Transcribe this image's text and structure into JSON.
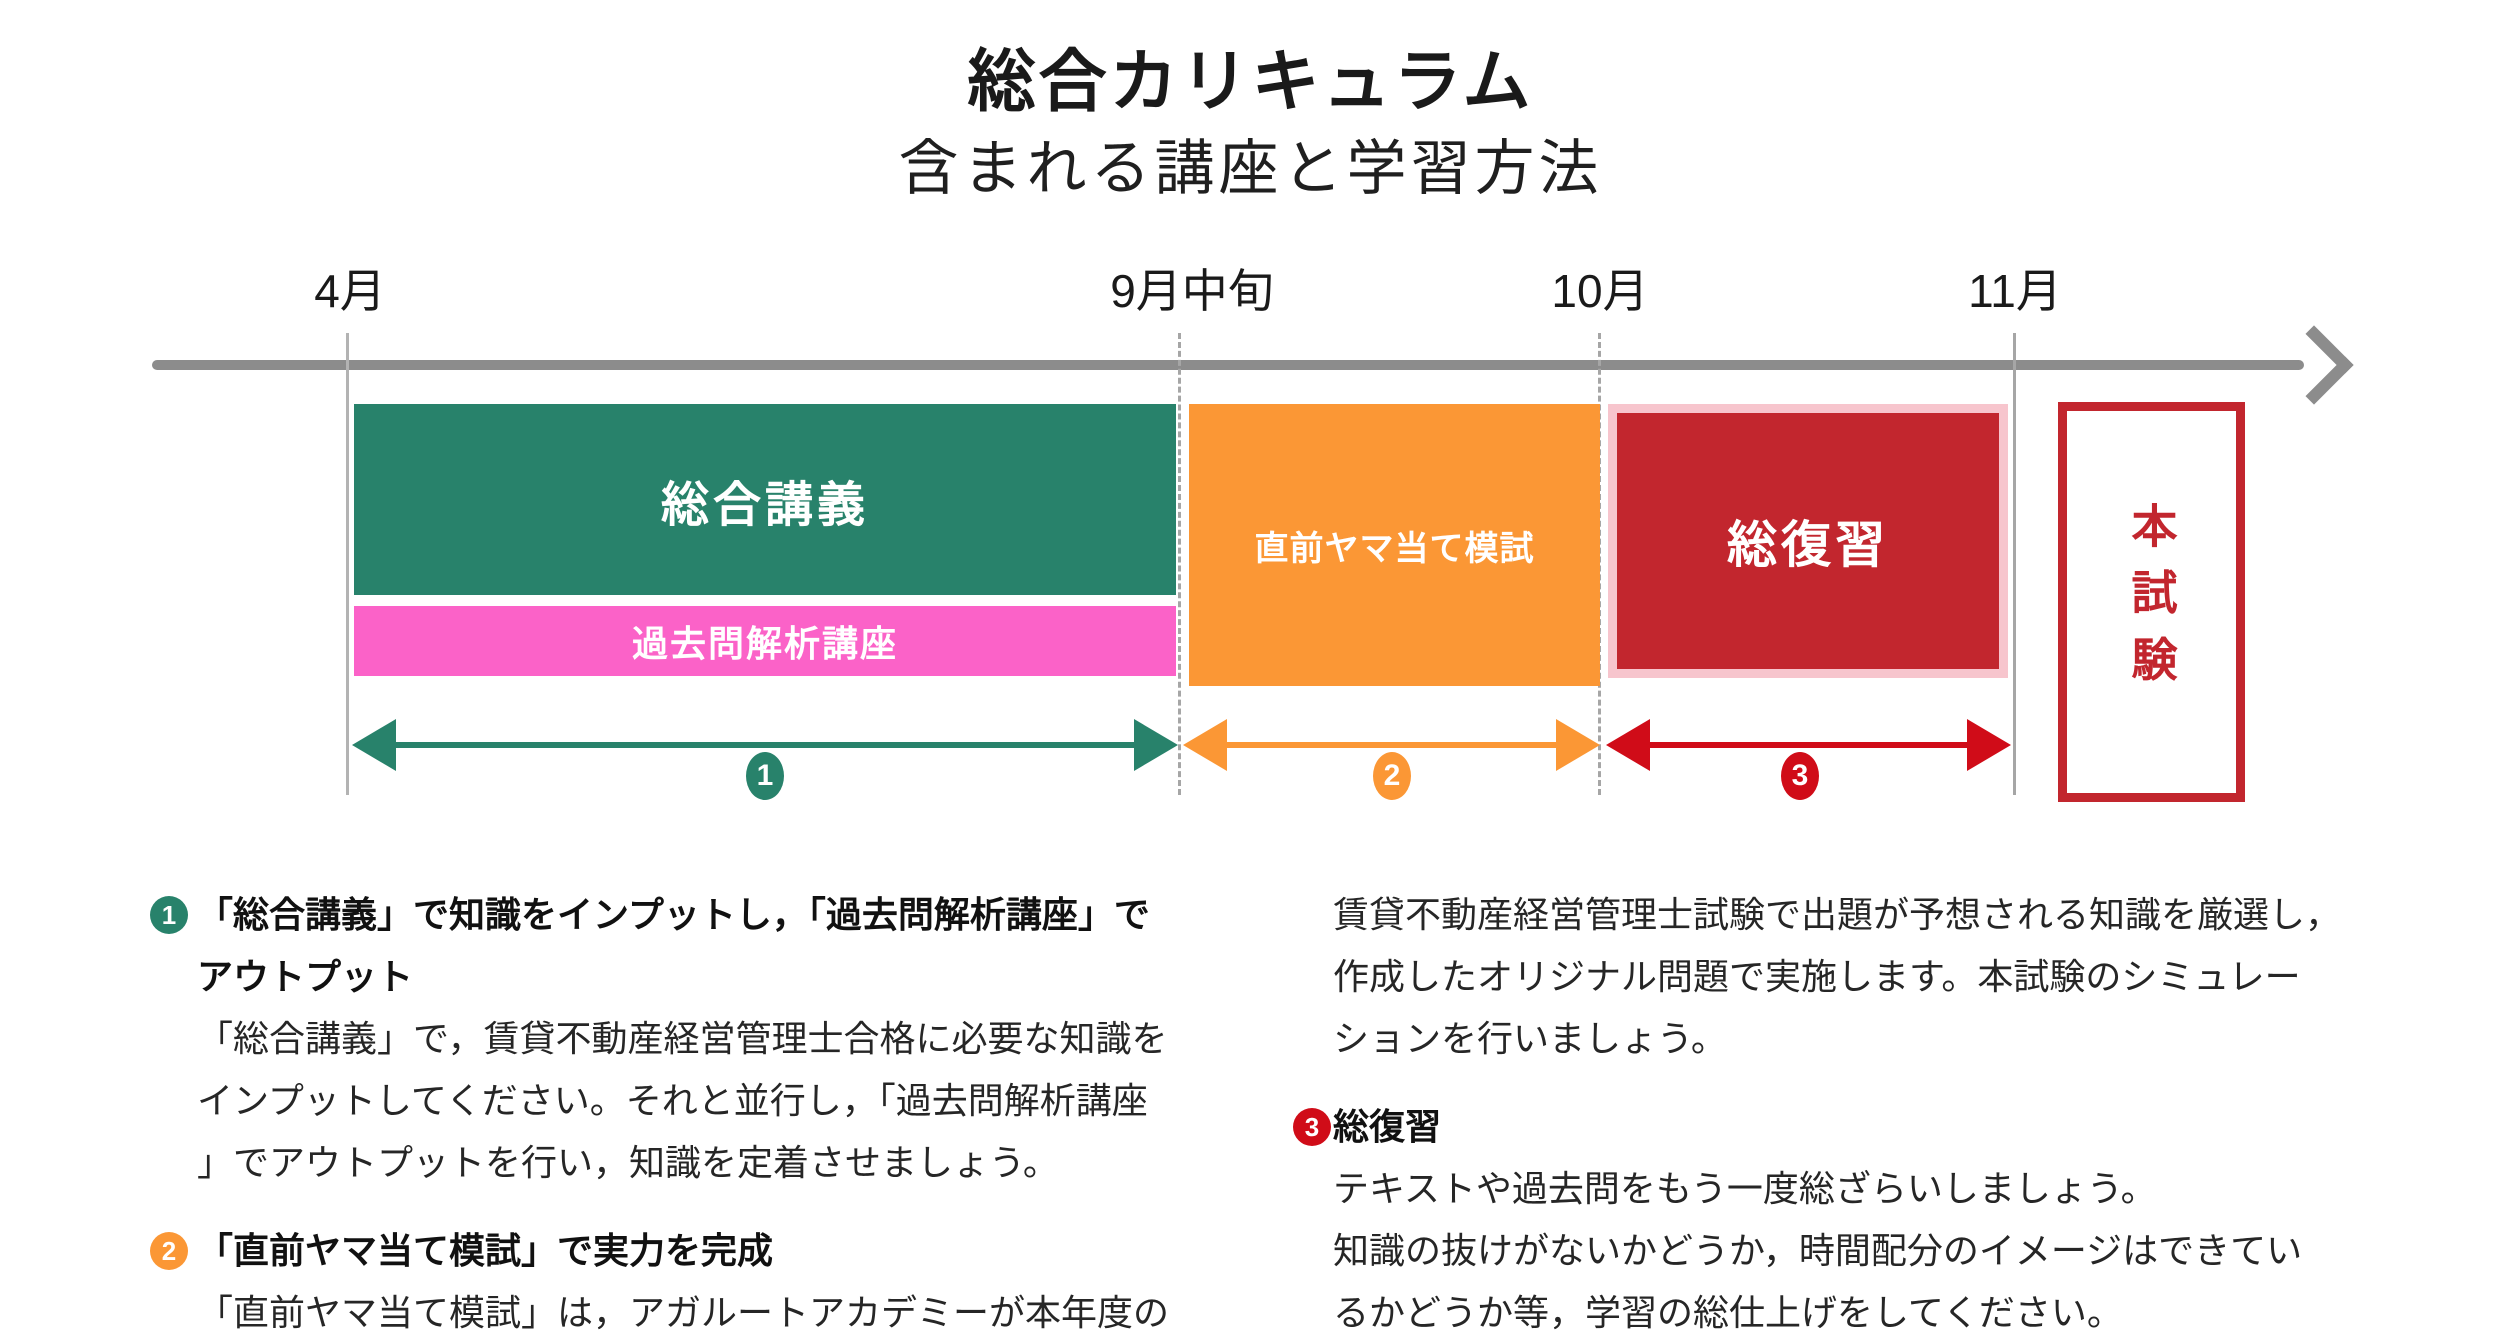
{
  "header": {
    "title": "総合カリキュラム",
    "subtitle": "含まれる講座と学習方法"
  },
  "timeline": {
    "months": [
      {
        "label": "4月",
        "marker": "solid"
      },
      {
        "label": "9月中旬",
        "marker": "dashed"
      },
      {
        "label": "10月",
        "marker": "dashed"
      },
      {
        "label": "11月",
        "marker": "solid"
      }
    ]
  },
  "boxes": {
    "sogo_kogi": {
      "label": "総合講義",
      "color": "#28826B"
    },
    "kakomon": {
      "label": "過去問解析講座",
      "color": "#FB62C8"
    },
    "moshi": {
      "label": "直前ヤマ当て模試",
      "color": "#FB9735"
    },
    "sofukushu": {
      "label": "総復習",
      "color": "#C2262E",
      "border_color": "#F7C5CD"
    },
    "honshiken": {
      "label": "本試験",
      "color": "#C2262E"
    }
  },
  "phases": [
    {
      "number": "1",
      "color": "#28826B"
    },
    {
      "number": "2",
      "color": "#FB9735"
    },
    {
      "number": "3",
      "color": "#D00C18"
    }
  ],
  "notes": {
    "item1": {
      "number": "1",
      "header_lines": [
        "「総合講義」で知識をインプットし，「過去問解析講座」で",
        "アウトプット"
      ],
      "body_lines": [
        "「総合講義」で，賃貸不動産経営管理士合格に必要な知識を",
        "インプットしてください。それと並行し，「過去問解析講座",
        "」でアウトプットを行い，知識を定着させましょう。"
      ]
    },
    "item2": {
      "number": "2",
      "header_lines": [
        "「直前ヤマ当て模試」で実力を完成"
      ],
      "body_lines": [
        "「直前ヤマ当て模試」は，アガルートアカデミーが本年度の"
      ],
      "body_continued_lines": [
        "賃貸不動産経営管理士試験で出題が予想される知識を厳選し，",
        "作成したオリジナル問題で実施します。本試験のシミュレー",
        "ションを行いましょう。"
      ]
    },
    "item3": {
      "number": "3",
      "header": "総復習",
      "body_lines": [
        "テキストや過去問をもう一度総ざらいしましょう。",
        "知識の抜けがないかどうか，時間配分のイメージはできてい",
        "るかどうか等，学習の総仕上げをしてください。"
      ]
    }
  },
  "colors": {
    "teal": "#28826B",
    "magenta": "#FB62C8",
    "orange": "#FB9735",
    "dark_red": "#C2262E",
    "bright_red": "#D00C18",
    "pink_border": "#F7C5CD",
    "axis_gray": "#8C8C8C"
  }
}
